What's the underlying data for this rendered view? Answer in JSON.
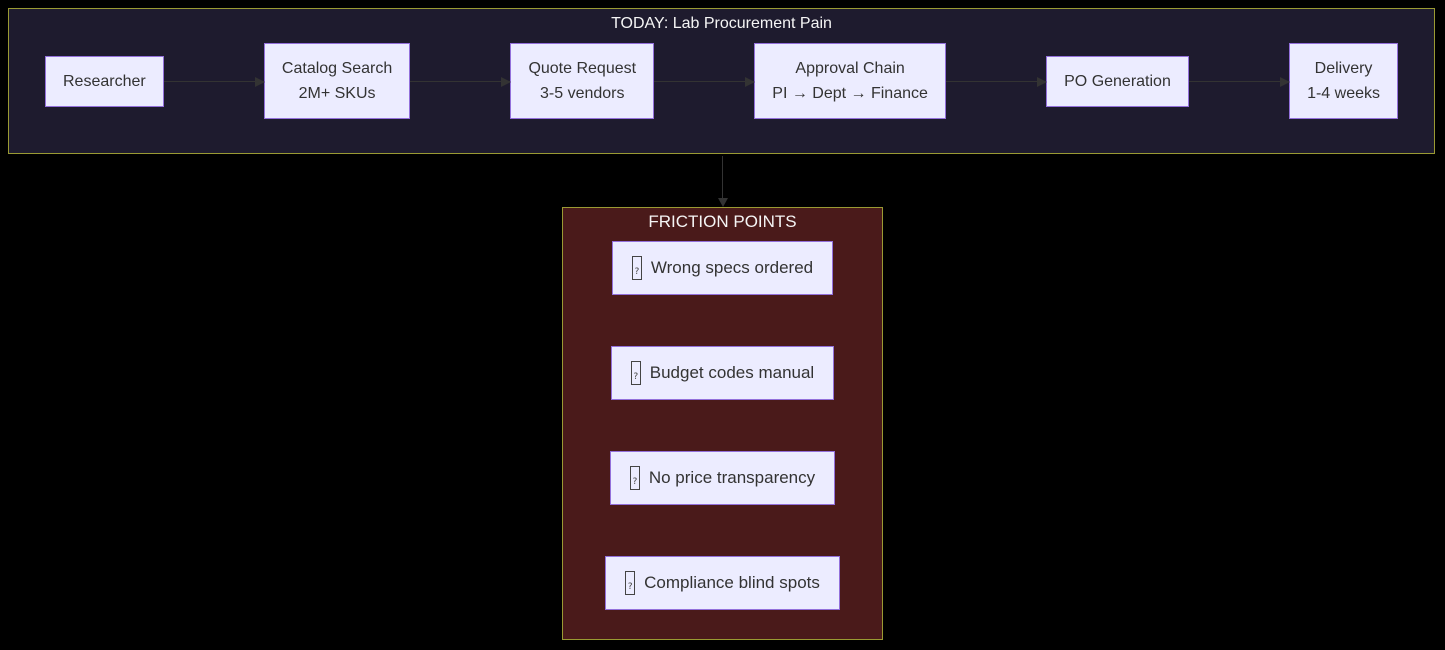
{
  "colors": {
    "page_background": "#000000",
    "flow_cluster_background": "#1e1b2e",
    "friction_cluster_background": "#4a1a1a",
    "cluster_border": "#9a9a33",
    "node_fill": "#ECECFF",
    "node_border": "#9370DB",
    "node_text": "#333333",
    "edge": "#333333",
    "title_text": "#f5f5f5"
  },
  "flow_cluster": {
    "title": "TODAY: Lab Procurement Pain",
    "nodes": [
      {
        "lines": [
          "Researcher"
        ]
      },
      {
        "lines": [
          "Catalog Search",
          "2M+ SKUs"
        ]
      },
      {
        "lines": [
          "Quote Request",
          "3-5 vendors"
        ]
      },
      {
        "lines": [
          "Approval Chain",
          "PI → Dept → Finance"
        ]
      },
      {
        "lines": [
          "PO Generation"
        ]
      },
      {
        "lines": [
          "Delivery",
          "1-4 weeks"
        ]
      }
    ]
  },
  "friction_cluster": {
    "title": "FRICTION POINTS",
    "items": [
      {
        "icon": "missing-glyph-icon",
        "label": "Wrong specs ordered"
      },
      {
        "icon": "missing-glyph-icon",
        "label": "Budget codes manual"
      },
      {
        "icon": "missing-glyph-icon",
        "label": "No price transparency"
      },
      {
        "icon": "missing-glyph-icon",
        "label": "Compliance blind spots"
      }
    ]
  }
}
